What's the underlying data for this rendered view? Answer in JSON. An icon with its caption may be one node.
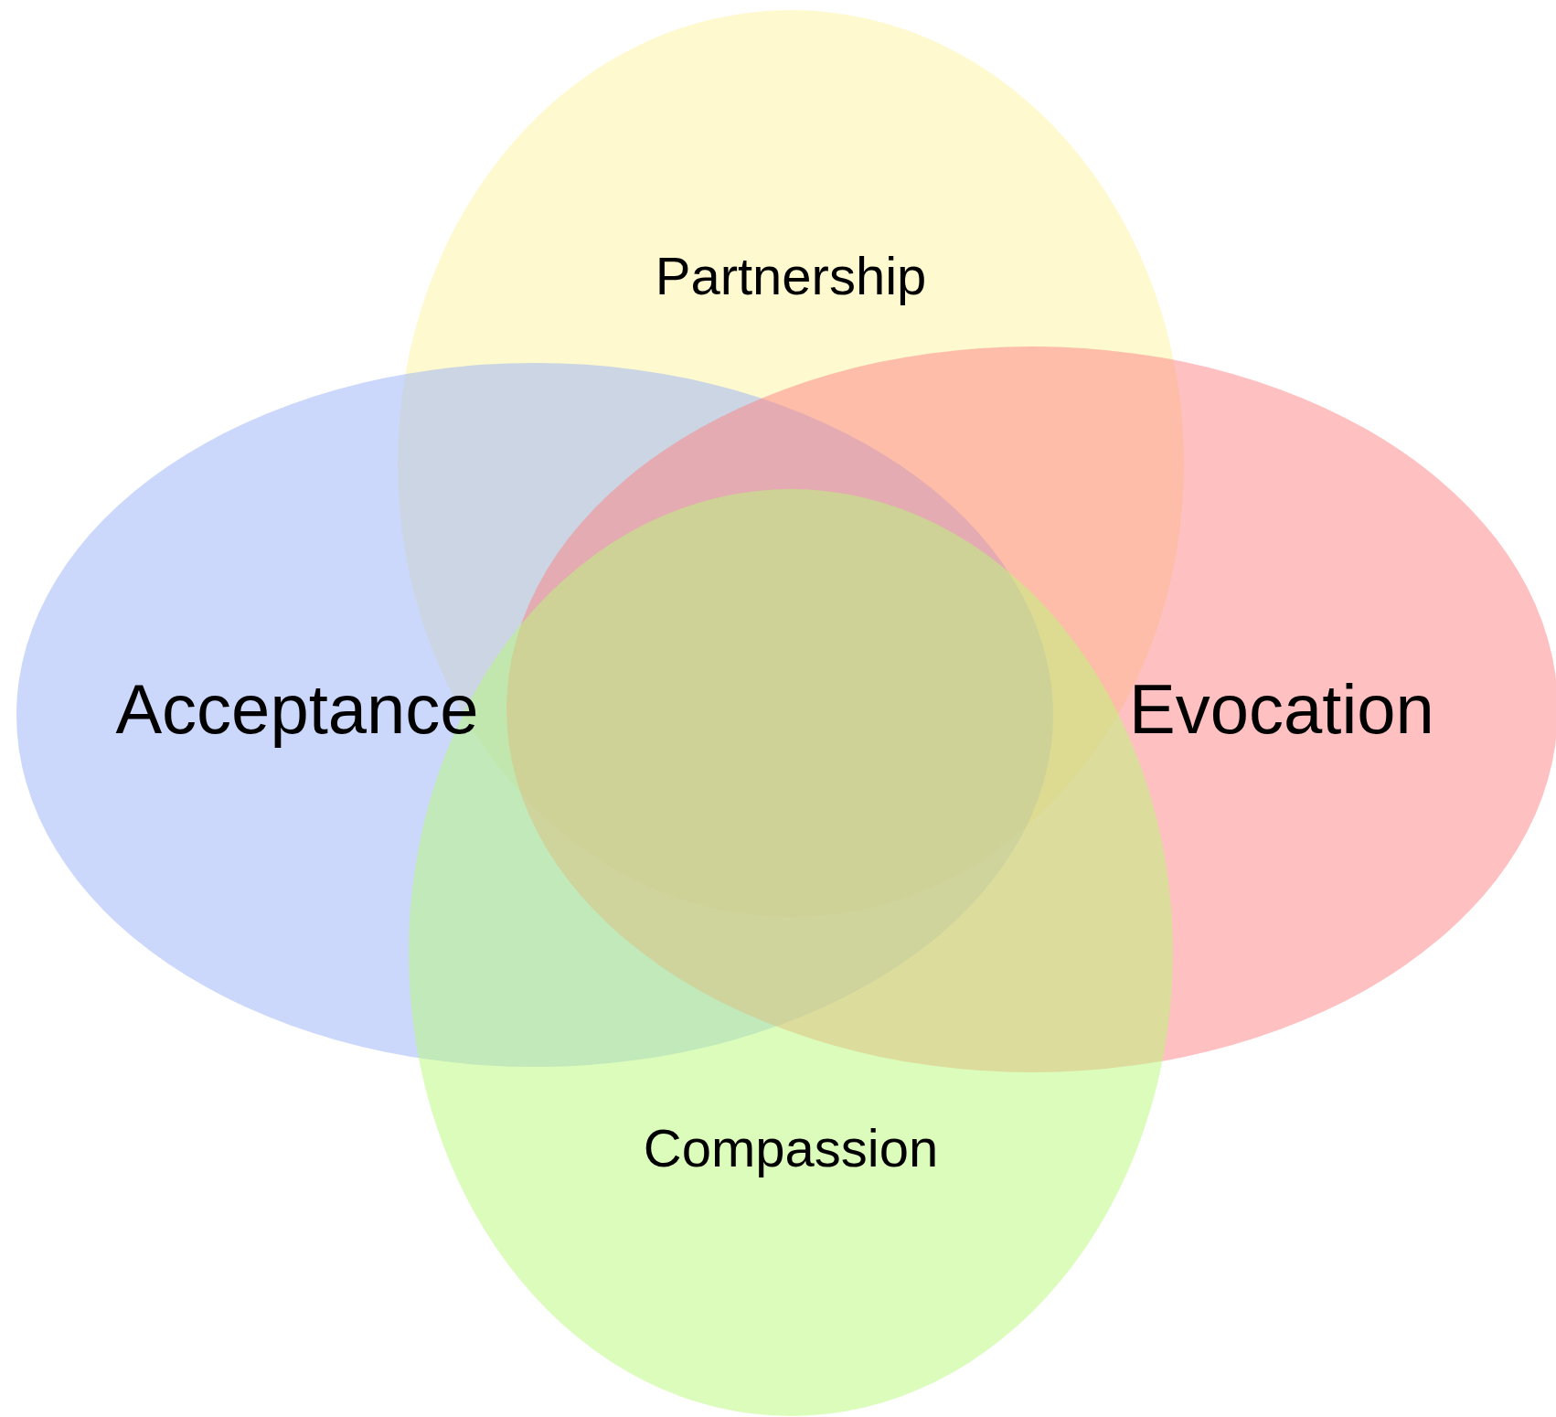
{
  "diagram": {
    "nodes": [
      {
        "text": [
          "Partnership"
        ]
      },
      {
        "text": [
          "Acceptance"
        ]
      },
      {
        "text": [
          "Evocation"
        ]
      },
      {
        "text": [
          "Compassion"
        ]
      }
    ],
    "edges": []
  }
}
